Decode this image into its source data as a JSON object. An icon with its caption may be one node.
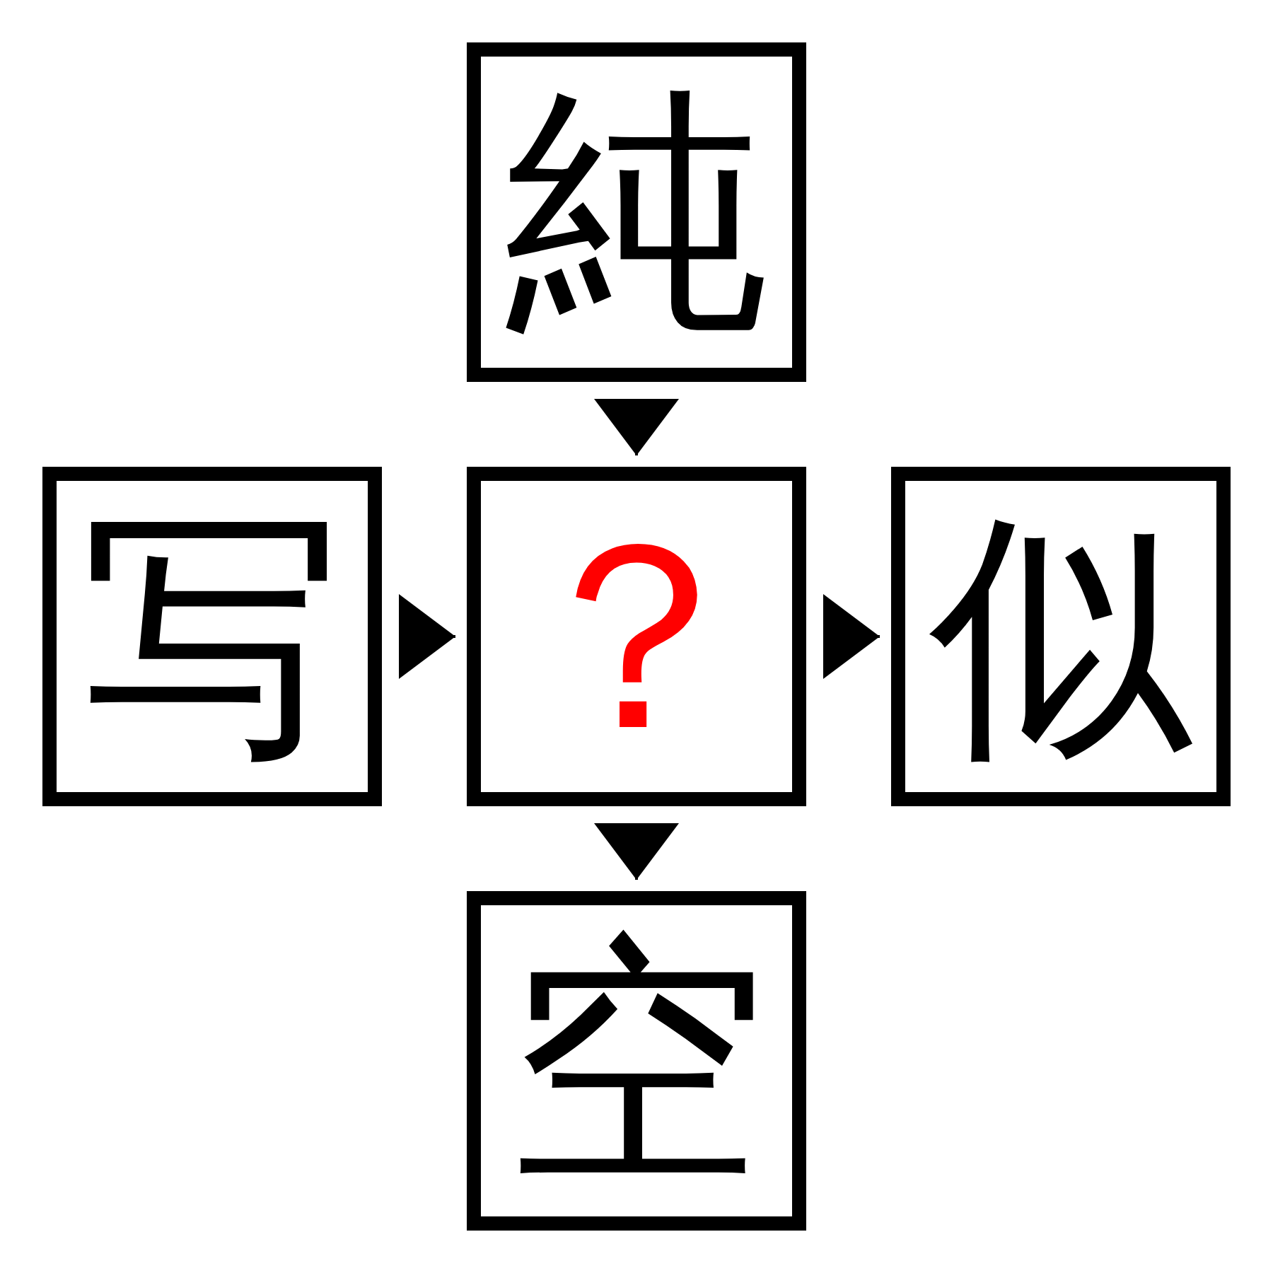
{
  "diagram": {
    "nodes": [
      {
        "text": [
          "純"
        ]
      },
      {
        "text": [
          "写"
        ]
      },
      {
        "text": [
          "？"
        ]
      },
      {
        "text": [
          "似"
        ]
      },
      {
        "text": [
          "空"
        ]
      }
    ],
    "edges": [
      {
        "from": 0,
        "to": 2,
        "arrow": "to"
      },
      {
        "from": 1,
        "to": 2,
        "arrow": "to"
      },
      {
        "from": 2,
        "to": 3,
        "arrow": "to"
      },
      {
        "from": 2,
        "to": 4,
        "arrow": "to"
      }
    ]
  }
}
